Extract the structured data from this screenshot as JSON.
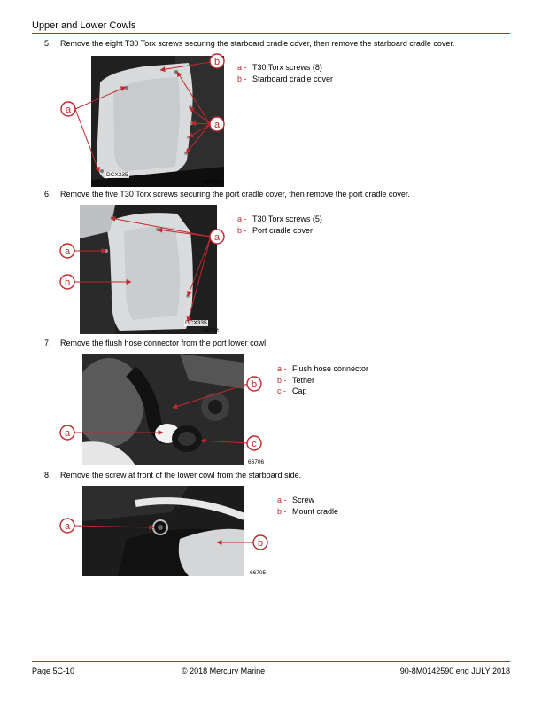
{
  "header": {
    "title": "Upper and Lower Cowls"
  },
  "steps": [
    {
      "number": "5.",
      "text": "Remove the eight T30 Torx screws securing the starboard cradle cover, then remove the starboard cradle cover.",
      "figure_number": "66698",
      "photo_labels": [
        "DCX335"
      ],
      "legend": [
        {
          "key": "a -",
          "label": "T30 Torx screws (8)"
        },
        {
          "key": "b -",
          "label": "Starboard cradle cover"
        }
      ]
    },
    {
      "number": "6.",
      "text": "Remove the five T30 Torx screws securing the port cradle cover, then remove the port cradle cover.",
      "figure_number": "66704",
      "photo_labels": [
        "DCX335"
      ],
      "legend": [
        {
          "key": "a -",
          "label": "T30 Torx screws (5)"
        },
        {
          "key": "b -",
          "label": "Port cradle cover"
        }
      ]
    },
    {
      "number": "7.",
      "text": "Remove the flush hose connector from the port lower cowl.",
      "figure_number": "66706",
      "legend": [
        {
          "key": "a -",
          "label": "Flush hose connector"
        },
        {
          "key": "b -",
          "label": "Tether"
        },
        {
          "key": "c -",
          "label": "Cap"
        }
      ]
    },
    {
      "number": "8.",
      "text": "Remove the screw at front of the lower cowl from the starboard side.",
      "figure_number": "66705",
      "legend": [
        {
          "key": "a -",
          "label": "Screw"
        },
        {
          "key": "b -",
          "label": "Mount cradle"
        }
      ]
    }
  ],
  "callout_letters": {
    "a": "a",
    "b": "b",
    "c": "c"
  },
  "footer": {
    "left": "Page 5C-10",
    "center": "© 2018 Mercury Marine",
    "right": "90-8M0142590   eng   JULY 2018"
  },
  "colors": {
    "accent": "#c0282d"
  }
}
